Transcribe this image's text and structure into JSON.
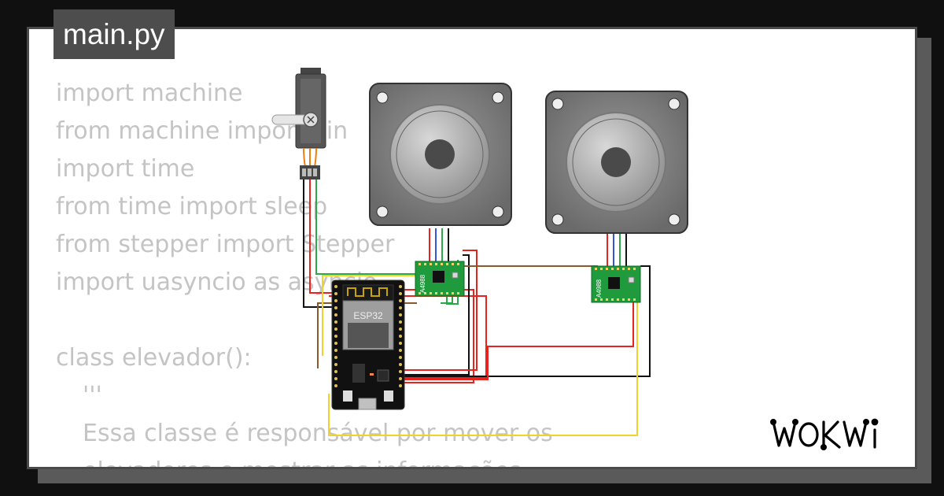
{
  "filename": "main.py",
  "code_lines": [
    {
      "text": "import machine",
      "indent": 0
    },
    {
      "text": "from machine import Pin",
      "indent": 0
    },
    {
      "text": "import time",
      "indent": 0
    },
    {
      "text": "from time import sleep",
      "indent": 0
    },
    {
      "text": "from stepper import Stepper",
      "indent": 0
    },
    {
      "text": "import uasyncio as asyncio",
      "indent": 0
    },
    {
      "text": "",
      "indent": 0
    },
    {
      "text": "class elevador():",
      "indent": 0
    },
    {
      "text": "'''",
      "indent": 1
    },
    {
      "text": "Essa classe é responsável por mover os",
      "indent": 1
    },
    {
      "text": "elevadores e mostrar as informações",
      "indent": 1
    }
  ],
  "components": {
    "mcu_label": "ESP32",
    "driver1_label": "A4988",
    "driver2_label": "A4988"
  },
  "brand": "WOKWI",
  "colors": {
    "wire_red": "#e8231d",
    "wire_black": "#111111",
    "wire_yellow": "#f0d22a",
    "wire_brown": "#8a5a2b",
    "wire_green": "#2aa84a",
    "wire_blue": "#3355dd",
    "servo_orange": "#f07d12"
  }
}
